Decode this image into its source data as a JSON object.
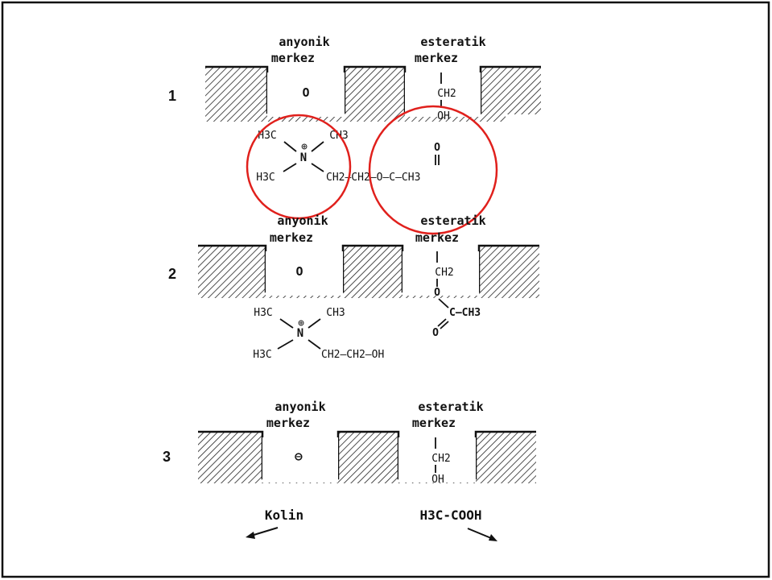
{
  "colors": {
    "border": "#111111",
    "ink": "#111111",
    "highlight": "#e0201c",
    "background": "#ffffff"
  },
  "labels": {
    "anionic_line1": "anyonik",
    "anionic_line2": "merkez",
    "esteratic_line1": "esteratik",
    "esteratic_line2": "merkez"
  },
  "steps": [
    {
      "number": "1",
      "anionic_pocket": "O",
      "esteratic_top": "CH2",
      "esteratic_bottom": "OH",
      "substrate": {
        "methyl_tl": "H3C",
        "methyl_tr": "CH3",
        "charge": "⊕",
        "nitrogen": "N",
        "methyl_bl": "H3C",
        "chain": "CH2—CH2—O—C—CH3",
        "carbonyl_o": "O"
      }
    },
    {
      "number": "2",
      "anionic_pocket": "O",
      "esteratic_top": "CH2",
      "esteratic_o": "O",
      "acyl_c": "C—CH3",
      "acyl_o": "O",
      "product": {
        "methyl_tl": "H3C",
        "methyl_tr": "CH3",
        "charge": "⊕",
        "nitrogen": "N",
        "methyl_bl": "H3C",
        "chain": "CH2—CH2—OH"
      }
    },
    {
      "number": "3",
      "anionic_pocket": "⊖",
      "esteratic_top": "CH2",
      "esteratic_bottom": "OH"
    }
  ],
  "products": {
    "left": "Kolin",
    "right": "H3C-COOH"
  },
  "icons": [
    "arrow-left-down-icon",
    "arrow-right-down-icon",
    "highlight-circle-quaternary-ammonium",
    "highlight-circle-ester-group"
  ]
}
